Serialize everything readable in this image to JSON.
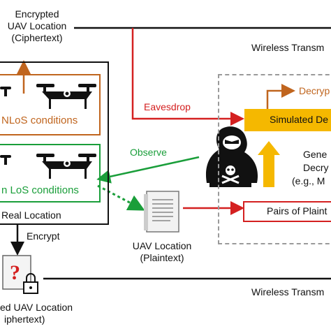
{
  "top_left_label": [
    "Encrypted",
    "UAV Location",
    "(Ciphertext)"
  ],
  "bottom_left_label": [
    "ed UAV Location",
    "iphertext)"
  ],
  "real_location": "Real Location",
  "nlos": "NLoS conditions",
  "los": "n LoS conditions",
  "encrypt": "Encrypt",
  "eavesdrop": "Eavesdrop",
  "observe": "Observe",
  "plaintext_label": [
    "UAV Location",
    "(Plaintext)"
  ],
  "wireless_top": "Wireless Transm",
  "wireless_bottom": "Wireless Transm",
  "decrypt": "Decryp",
  "simulated": "Simulated De",
  "general": [
    "Gene",
    "Decry",
    "(e.g., M"
  ],
  "pairs": "Pairs of Plaint",
  "colors": {
    "red": "#d42020",
    "orange": "#c0651e",
    "green": "#1a9e3a",
    "yellow": "#f5b800",
    "dashed_gray": "#9a9a9a"
  }
}
